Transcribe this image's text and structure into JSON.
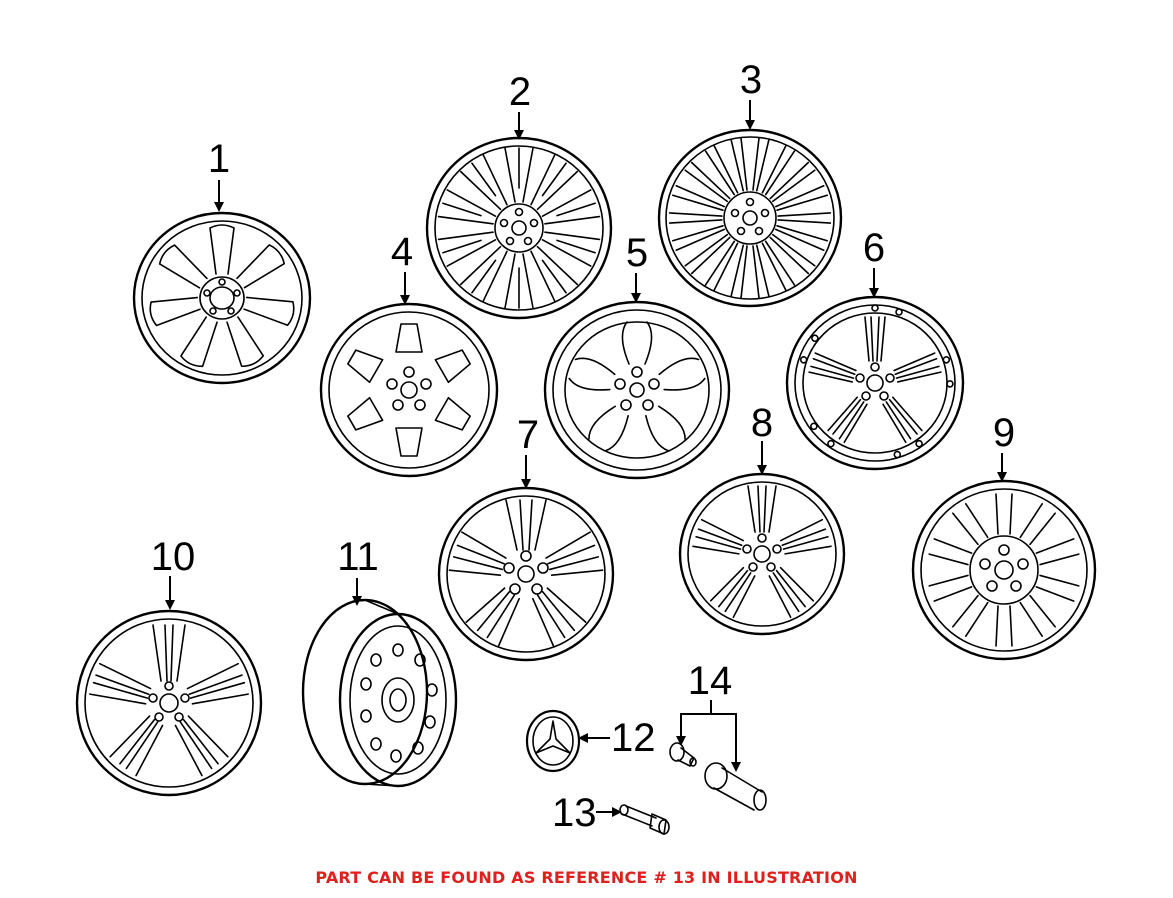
{
  "diagram": {
    "callouts": [
      {
        "id": "1",
        "label": "1"
      },
      {
        "id": "2",
        "label": "2"
      },
      {
        "id": "3",
        "label": "3"
      },
      {
        "id": "4",
        "label": "4"
      },
      {
        "id": "5",
        "label": "5"
      },
      {
        "id": "6",
        "label": "6"
      },
      {
        "id": "7",
        "label": "7"
      },
      {
        "id": "8",
        "label": "8"
      },
      {
        "id": "9",
        "label": "9"
      },
      {
        "id": "10",
        "label": "10"
      },
      {
        "id": "11",
        "label": "11"
      },
      {
        "id": "12",
        "label": "12"
      },
      {
        "id": "13",
        "label": "13"
      },
      {
        "id": "14",
        "label": "14"
      }
    ]
  },
  "footer": {
    "note": "PART CAN BE FOUND AS REFERENCE # 13 IN ILLUSTRATION",
    "note_color": "#e0201c"
  }
}
